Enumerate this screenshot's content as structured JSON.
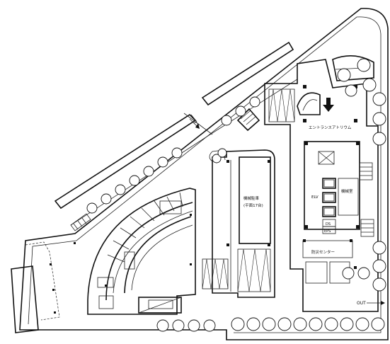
{
  "plan": {
    "labels": {
      "entrance_atrium": "エントランスアトリウム",
      "machine_parking": "機械駐車",
      "parking_capacity": "(平面17台)",
      "machine_room": "機械室",
      "elevator": "ELV",
      "disaster_center": "防災センター",
      "ds": "DS",
      "eps": "EPS",
      "out": "OUT"
    },
    "icons": [
      "arrow-down-icon",
      "arrow-right-icon",
      "tree-icon"
    ]
  }
}
